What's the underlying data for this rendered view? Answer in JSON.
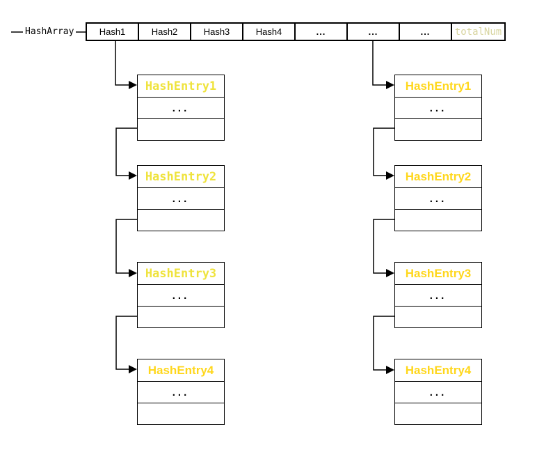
{
  "array": {
    "label": "HashArray",
    "cells": [
      "Hash1",
      "Hash2",
      "Hash3",
      "Hash4",
      "...",
      "...",
      "..."
    ],
    "total_label": "totalNum"
  },
  "chains": {
    "left": {
      "entries": [
        {
          "title": "HashEntry1",
          "dots": "..."
        },
        {
          "title": "HashEntry2",
          "dots": "..."
        },
        {
          "title": "HashEntry3",
          "dots": "..."
        },
        {
          "title": "HashEntry4",
          "dots": "..."
        }
      ]
    },
    "right": {
      "entries": [
        {
          "title": "HashEntry1",
          "dots": "..."
        },
        {
          "title": "HashEntry2",
          "dots": "..."
        },
        {
          "title": "HashEntry3",
          "dots": "..."
        },
        {
          "title": "HashEntry4",
          "dots": "..."
        }
      ]
    }
  },
  "colors": {
    "entry_title_mono": "#efe33d",
    "entry_title_sans": "#ffd71c",
    "total_label": "#d8d5a0",
    "line": "#000000",
    "background": "#ffffff"
  }
}
